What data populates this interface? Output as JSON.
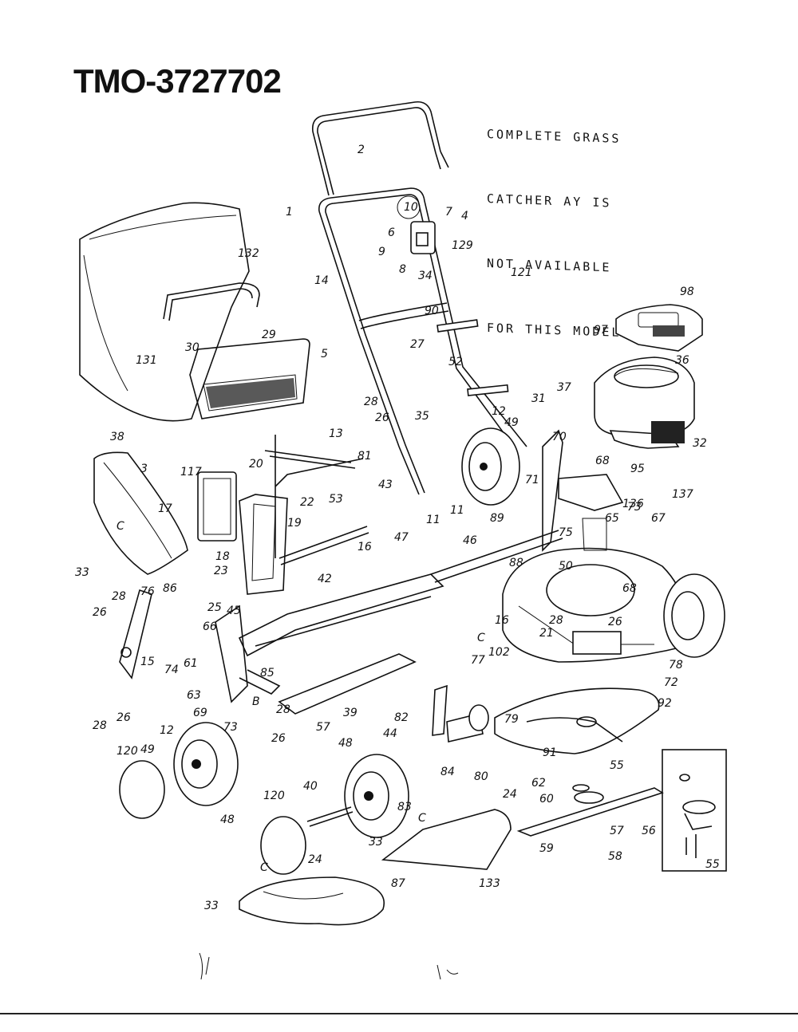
{
  "title": "TMO-3727702",
  "note": [
    "COMPLETE GRASS",
    "CATCHER AY IS",
    "NOT AVAILABLE",
    "FOR THIS MODEL"
  ],
  "part_labels": [
    {
      "id": "p2",
      "text": "2"
    },
    {
      "id": "p1",
      "text": "1"
    },
    {
      "id": "p10",
      "text": "10"
    },
    {
      "id": "p7",
      "text": "7"
    },
    {
      "id": "p4",
      "text": "4"
    },
    {
      "id": "p6",
      "text": "6"
    },
    {
      "id": "p9",
      "text": "9"
    },
    {
      "id": "p8",
      "text": "8"
    },
    {
      "id": "p129",
      "text": "129"
    },
    {
      "id": "p34",
      "text": "34"
    },
    {
      "id": "p14",
      "text": "14"
    },
    {
      "id": "p121",
      "text": "121"
    },
    {
      "id": "p98",
      "text": "98"
    },
    {
      "id": "p90",
      "text": "90"
    },
    {
      "id": "p97",
      "text": "97"
    },
    {
      "id": "p5",
      "text": "5"
    },
    {
      "id": "p27",
      "text": "27"
    },
    {
      "id": "p52",
      "text": "52"
    },
    {
      "id": "p36",
      "text": "36"
    },
    {
      "id": "p132",
      "text": "132"
    },
    {
      "id": "p29",
      "text": "29"
    },
    {
      "id": "p30",
      "text": "30"
    },
    {
      "id": "p131",
      "text": "131"
    },
    {
      "id": "p38",
      "text": "38"
    },
    {
      "id": "p28a",
      "text": "28"
    },
    {
      "id": "p26a",
      "text": "26"
    },
    {
      "id": "p35",
      "text": "35"
    },
    {
      "id": "p31",
      "text": "31"
    },
    {
      "id": "p37",
      "text": "37"
    },
    {
      "id": "p12a",
      "text": "12"
    },
    {
      "id": "p49a",
      "text": "49"
    },
    {
      "id": "p32",
      "text": "32"
    },
    {
      "id": "p13",
      "text": "13"
    },
    {
      "id": "p70",
      "text": "70"
    },
    {
      "id": "p3",
      "text": "3"
    },
    {
      "id": "p20",
      "text": "20"
    },
    {
      "id": "p81",
      "text": "81"
    },
    {
      "id": "p117",
      "text": "117"
    },
    {
      "id": "p22",
      "text": "22"
    },
    {
      "id": "p53",
      "text": "53"
    },
    {
      "id": "p43",
      "text": "43"
    },
    {
      "id": "p68",
      "text": "68"
    },
    {
      "id": "p95",
      "text": "95"
    },
    {
      "id": "p137",
      "text": "137"
    },
    {
      "id": "p71",
      "text": "71"
    },
    {
      "id": "p136",
      "text": "136"
    },
    {
      "id": "p17",
      "text": "17"
    },
    {
      "id": "p11a",
      "text": "11"
    },
    {
      "id": "p19",
      "text": "19"
    },
    {
      "id": "p73a",
      "text": "73"
    },
    {
      "id": "p67",
      "text": "67"
    },
    {
      "id": "pC1",
      "text": "C"
    },
    {
      "id": "p65",
      "text": "65"
    },
    {
      "id": "p11b",
      "text": "11"
    },
    {
      "id": "p89",
      "text": "89"
    },
    {
      "id": "p75",
      "text": "75"
    },
    {
      "id": "p16",
      "text": "16"
    },
    {
      "id": "p18",
      "text": "18"
    },
    {
      "id": "p33a",
      "text": "33"
    },
    {
      "id": "p23",
      "text": "23"
    },
    {
      "id": "p47",
      "text": "47"
    },
    {
      "id": "p46",
      "text": "46"
    },
    {
      "id": "p88",
      "text": "88"
    },
    {
      "id": "p42",
      "text": "42"
    },
    {
      "id": "p50",
      "text": "50"
    },
    {
      "id": "p68b",
      "text": "68"
    },
    {
      "id": "p28b",
      "text": "28"
    },
    {
      "id": "p76",
      "text": "76"
    },
    {
      "id": "p86",
      "text": "86"
    },
    {
      "id": "p26b",
      "text": "26"
    },
    {
      "id": "p25",
      "text": "25"
    },
    {
      "id": "p45",
      "text": "45"
    },
    {
      "id": "p15",
      "text": "15"
    },
    {
      "id": "p66",
      "text": "66"
    },
    {
      "id": "p61",
      "text": "61"
    },
    {
      "id": "p74",
      "text": "74"
    },
    {
      "id": "p85",
      "text": "85"
    },
    {
      "id": "p28c",
      "text": "28"
    },
    {
      "id": "p21",
      "text": "21"
    },
    {
      "id": "p26c",
      "text": "26"
    },
    {
      "id": "p16b",
      "text": "16"
    },
    {
      "id": "pC2",
      "text": "C"
    },
    {
      "id": "p77",
      "text": "77"
    },
    {
      "id": "p102",
      "text": "102"
    },
    {
      "id": "p78",
      "text": "78"
    },
    {
      "id": "p72",
      "text": "72"
    },
    {
      "id": "p63",
      "text": "63"
    },
    {
      "id": "p69",
      "text": "69"
    },
    {
      "id": "p73b",
      "text": "73"
    },
    {
      "id": "pB",
      "text": "B"
    },
    {
      "id": "p28d",
      "text": "28"
    },
    {
      "id": "p39",
      "text": "39"
    },
    {
      "id": "p26d",
      "text": "26"
    },
    {
      "id": "p28e",
      "text": "28"
    },
    {
      "id": "p26e",
      "text": "26"
    },
    {
      "id": "p57",
      "text": "57"
    },
    {
      "id": "p82",
      "text": "82"
    },
    {
      "id": "p79",
      "text": "79"
    },
    {
      "id": "p92",
      "text": "92"
    },
    {
      "id": "p44",
      "text": "44"
    },
    {
      "id": "p12b",
      "text": "12"
    },
    {
      "id": "p120a",
      "text": "120"
    },
    {
      "id": "p49b",
      "text": "49"
    },
    {
      "id": "p48a",
      "text": "48"
    },
    {
      "id": "p91",
      "text": "91"
    },
    {
      "id": "p84",
      "text": "84"
    },
    {
      "id": "p80",
      "text": "80"
    },
    {
      "id": "p62",
      "text": "62"
    },
    {
      "id": "p55a",
      "text": "55"
    },
    {
      "id": "p48b",
      "text": "48"
    },
    {
      "id": "p24a",
      "text": "24"
    },
    {
      "id": "p60",
      "text": "60"
    },
    {
      "id": "p120b",
      "text": "120"
    },
    {
      "id": "p40",
      "text": "40"
    },
    {
      "id": "p83",
      "text": "83"
    },
    {
      "id": "pC3",
      "text": "C"
    },
    {
      "id": "p56",
      "text": "56"
    },
    {
      "id": "p33b",
      "text": "33"
    },
    {
      "id": "p57b",
      "text": "57"
    },
    {
      "id": "p59",
      "text": "59"
    },
    {
      "id": "p58",
      "text": "58"
    },
    {
      "id": "p24b",
      "text": "24"
    },
    {
      "id": "p55b",
      "text": "55"
    },
    {
      "id": "pC4",
      "text": "C"
    },
    {
      "id": "p87",
      "text": "87"
    },
    {
      "id": "p133",
      "text": "133"
    },
    {
      "id": "p33c",
      "text": "33"
    }
  ]
}
